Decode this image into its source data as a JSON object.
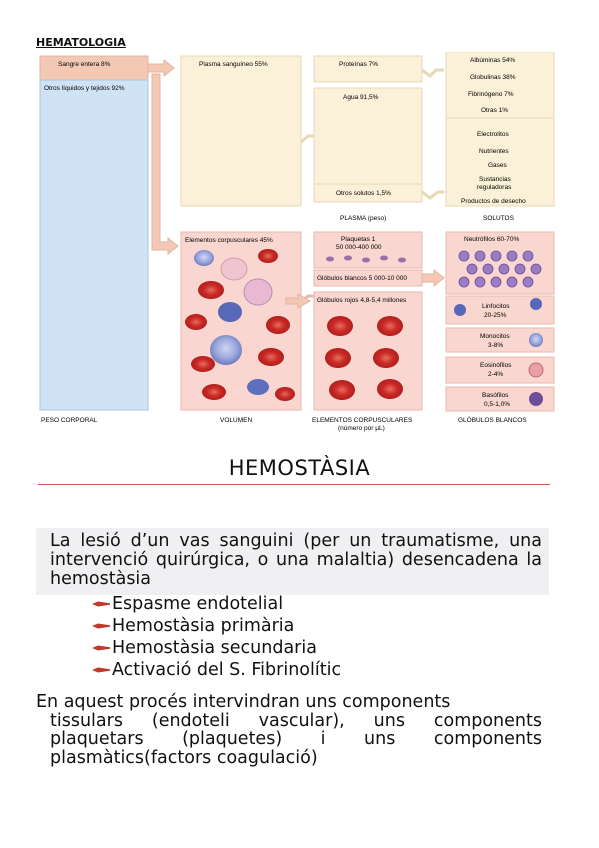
{
  "header": {
    "title": "HEMATOLOGIA"
  },
  "figure": {
    "col1": {
      "top": "Sangre entera 8%",
      "bottom": "Otros líquidos y tejidos 92%",
      "caption": "PESO CORPORAL"
    },
    "col2": {
      "top": "Plasma sanguíneo 55%",
      "bottom": "Elementos corpusculares 45%",
      "caption": "VOLUMEN"
    },
    "col3": {
      "proteins": "Proteínas 7%",
      "water": "Agua 91,5%",
      "others": "Otros solutos 1,5%",
      "plasma_caption": "PLASMA (peso)",
      "platelets_l1": "Plaquetas 1",
      "platelets_l2": "50 000-400 000",
      "wbc": "Glóbulos blancos 5 000-10 000",
      "rbc": "Glóbulos rojos 4,8-5,4 millones",
      "caption_l1": "ELEMENTOS CORPUSCULARES",
      "caption_l2": "(número por μL)"
    },
    "col4": {
      "albumins": "Albúminas 54%",
      "globulins": "Globulinas 38%",
      "fibrinogen": "Fibrinógeno 7%",
      "others": "Otras 1%",
      "electrolytes": "Electrolitos",
      "nutrients": "Nutrientes",
      "gases": "Gases",
      "reg_l1": "Sustancias",
      "reg_l2": "reguladoras",
      "waste": "Productos de desecho",
      "solutes_caption": "SOLUTOS",
      "neutrophils": "Neutrófilos 60-70%",
      "lymph_l1": "Linfocitos",
      "lymph_l2": "20-25%",
      "mono_l1": "Monocitos",
      "mono_l2": "3-8%",
      "eos_l1": "Eosinófilos",
      "eos_l2": "2-4%",
      "baso_l1": "Basófilos",
      "baso_l2": "0,5-1,0%",
      "caption": "GLÓBULOS BLANCOS"
    },
    "colors": {
      "skin": "#f3c9b6",
      "cream": "#fbf0d8",
      "blue": "#cfe3f4",
      "pink": "#f9d6cf",
      "rbc": "#d8322f",
      "wbc": "#7f5ea8"
    }
  },
  "hemostasis": {
    "title": "HEMOSTÀSIA",
    "intro": "La lesió d’un vas sanguini (per un traumatisme, una intervenció quirúrgica, o una malaltia) desencadena la hemostàsia",
    "bullets": [
      "Espasme  endotelial",
      "Hemostàsia primària",
      "Hemostàsia secundaria",
      "Activació del S. Fibrinolític"
    ],
    "outro_l1": "En aquest procés intervindran uns components",
    "outro_rest": "tissulars (endoteli vascular), uns components plaquetars (plaquetes) i uns components plasmàtics(factors coagulació)"
  }
}
